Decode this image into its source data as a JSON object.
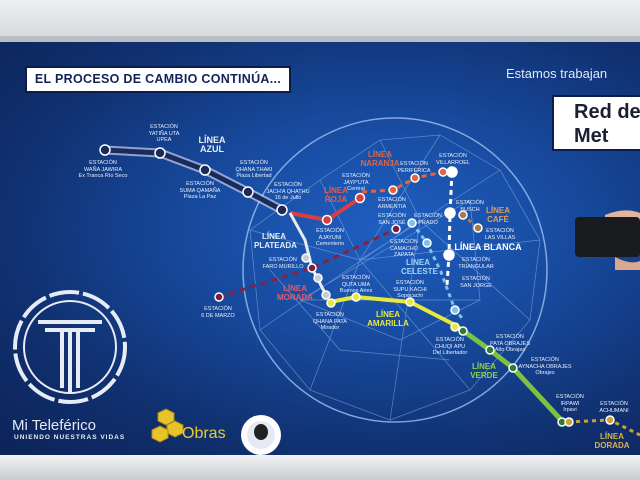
{
  "header": {
    "title": "EL PROCESO DE CAMBIO CONTINÚA...",
    "subtitle": "Estamos trabajan",
    "red_title_1": "Red de",
    "red_title_2": "Met"
  },
  "lines": {
    "azul": "LÍNEA AZUL",
    "roja": "LÍNEA ROJA",
    "naranja": "LÍNEA NARANJA",
    "cafe": "LÍNEA CAFÉ",
    "blanca": "LÍNEA BLANCA",
    "celeste": "LÍNEA CELESTE",
    "plateada": "LÍNEA PLATEADA",
    "morada": "LÍNEA MORADA",
    "amarilla": "LÍNEA AMARILLA",
    "verde": "LÍNEA VERDE",
    "dorada": "LÍNEA DORADA"
  },
  "stations": {
    "wana_jawira": "ESTACIÓN\nWAÑA JAWIRA\nEx Tranca Río Seco",
    "yatina": "ESTACIÓN\nYATIÑA UTA\nUPEA",
    "suma": "ESTACIÓN\nSUMA QAMAÑA\nPlaza La Paz",
    "qhana": "ESTACIÓN\nQHANA THAKI\nPlaza Libertad",
    "jacha": "ESTACIÓN\nJACH'A QHATHU\n16 de Julio",
    "ajayuni": "ESTACIÓN\nAJAYUNI\nCementerio",
    "jayp": "ESTACIÓN\nJAYP'UTA\nCentral",
    "periferica": "ESTACIÓN\nPERIFÉRICA",
    "villarroel": "ESTACIÓN\nVILLARROEL",
    "armentia": "ESTACIÓN\nARMENTIA",
    "san_jose": "ESTACIÓN\nSAN JOSÉ",
    "prado": "ESTACIÓN\nPRADO",
    "busch": "ESTACIÓN\nBUSCH",
    "las_villas": "ESTACIÓN\nLAS VILLAS",
    "zapata": "ESTACIÓN\nCAMACHO\nZAPATA",
    "triangular": "ESTACIÓN\nTRIANGULAR",
    "san_jorge": "ESTACIÓN\nSAN JORGE",
    "faro": "ESTACIÓN\nFARO MURILLO",
    "marzo": "ESTACIÓN\n6 DE MARZO",
    "quta": "ESTACIÓN\nQUTA UMA\nBuenos Aires",
    "supu": "ESTACIÓN\nSUPU KACHI\nSopocachi",
    "qhana_pata": "ESTACIÓN\nQHANA PATA\nMirador",
    "chuqi": "ESTACIÓN\nCHUQI APU\nDel Libertador",
    "pata_obrajes": "ESTACIÓN\nPATA OBRAJES\nAlto Obrajes",
    "aynacha": "ESTACIÓN\nAYNACHA OBRAJES\nObrajes",
    "irpawi": "ESTACIÓN\nIRPAWI\nIrpavi",
    "achumani": "ESTACIÓN\nACHUMANI"
  },
  "footer": {
    "brand": "Mi Teleférico",
    "tagline": "UNIENDO NUESTRAS VIDAS",
    "obras": "Obras"
  },
  "colors": {
    "azul": "#1c2a5a",
    "roja": "#d8403f",
    "naranja": "#e5643c",
    "cafe": "#a77a4d",
    "blanca": "#ffffff",
    "celeste": "#7cc4f0",
    "morada": "#7a1c3a",
    "amarilla": "#e8e83a",
    "verde": "#7cc242",
    "dorada": "#c9a23a"
  }
}
